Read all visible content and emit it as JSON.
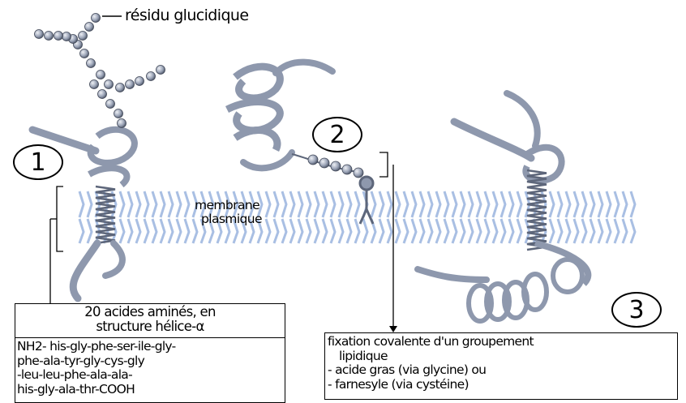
{
  "labels": {
    "residu": "résidu glucidique",
    "membrane_line1": "membrane",
    "membrane_line2": "plasmique"
  },
  "markers": {
    "one": "1",
    "two": "2",
    "three": "3"
  },
  "box_left": {
    "header_line1": "20 acides aminés, en",
    "header_line2": "structure hélice-α",
    "lines": [
      "NH2- his-gly-phe-ser-ile-gly-",
      "phe-ala-tyr-gly-cys-gly",
      "-leu-leu-phe-ala-ala-",
      "his-gly-ala-thr-COOH"
    ]
  },
  "box_right": {
    "lines": [
      "fixation covalente d'un groupement",
      "lipidique",
      "- acide gras (via glycine) ou",
      "- farnesyle (via cystéine)"
    ]
  },
  "colors": {
    "membrane": "#a9bfe3",
    "protein": "#8e98ad",
    "protein_dark": "#5d667a",
    "bead": "#9aa3b6"
  }
}
